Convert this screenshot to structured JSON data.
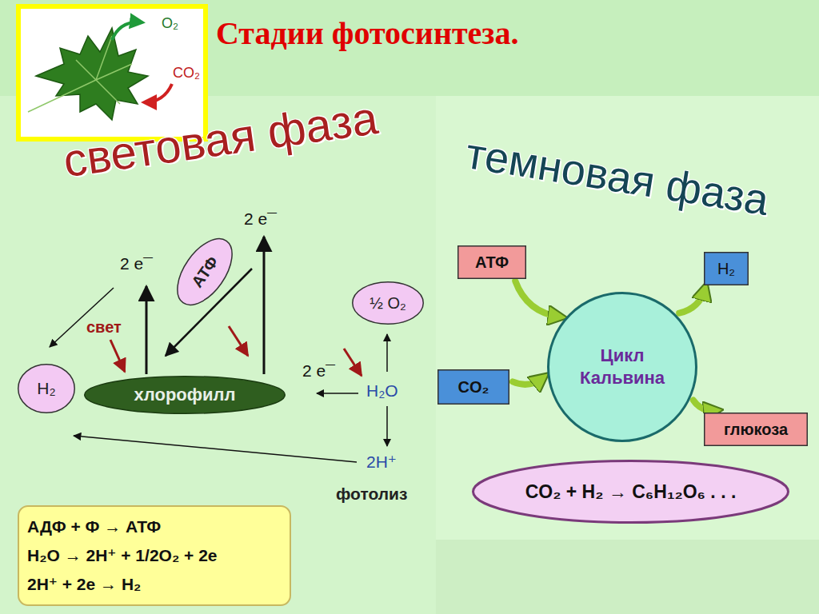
{
  "diagram": {
    "title": "Стадии фотосинтеза.",
    "nodes": [
      {
        "text": [
          "O₂",
          "CO₂"
        ]
      },
      {
        "text": [
          "АТФ"
        ]
      },
      {
        "text": [
          "½ O₂"
        ]
      },
      {
        "text": [
          "H₂"
        ]
      },
      {
        "text": [
          "хлорофилл"
        ]
      },
      {
        "text": [
          "АДФ + Ф → АТФ",
          "H₂O → 2H⁺ + 1/2O₂ + 2e",
          "2H⁺ + 2e → H₂"
        ]
      },
      {
        "text": [
          "АТФ"
        ]
      },
      {
        "text": [
          "H₂"
        ]
      },
      {
        "text": [
          "Цикл Кальвина"
        ]
      },
      {
        "text": [
          "CO₂"
        ]
      },
      {
        "text": [
          "глюкоза"
        ]
      },
      {
        "text": [
          "CO₂ + H₂ → C₆H₁₂O₆ . . ."
        ]
      }
    ],
    "edges": [
      {
        "from": 6,
        "to": 8,
        "arrow": "to"
      },
      {
        "from": 8,
        "to": 7,
        "arrow": "to"
      },
      {
        "from": 9,
        "to": 8,
        "arrow": "to"
      },
      {
        "from": 8,
        "to": 10,
        "arrow": "to"
      }
    ],
    "labels": [
      "световая фаза",
      "темновая фаза",
      "2 e¯",
      "2 e¯",
      "свет",
      "2 e¯",
      "H₂O",
      "2H⁺",
      "фотолиз"
    ]
  }
}
